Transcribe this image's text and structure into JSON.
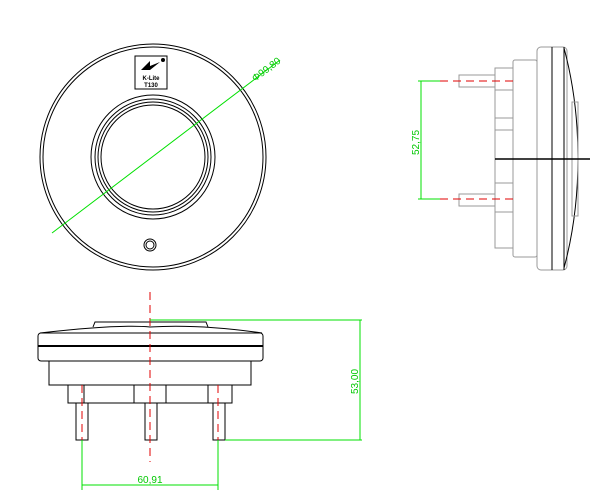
{
  "drawing": {
    "logo": {
      "brand": "K-Lite",
      "model": "T130"
    },
    "dimensions": {
      "diameter": "Φ99,80",
      "pin_spacing_side": "52,75",
      "height": "53,00",
      "pin_spacing_bottom": "60,91"
    },
    "colors": {
      "outline": "#000000",
      "dimension": "#00e000",
      "centerline": "#e00000"
    }
  }
}
